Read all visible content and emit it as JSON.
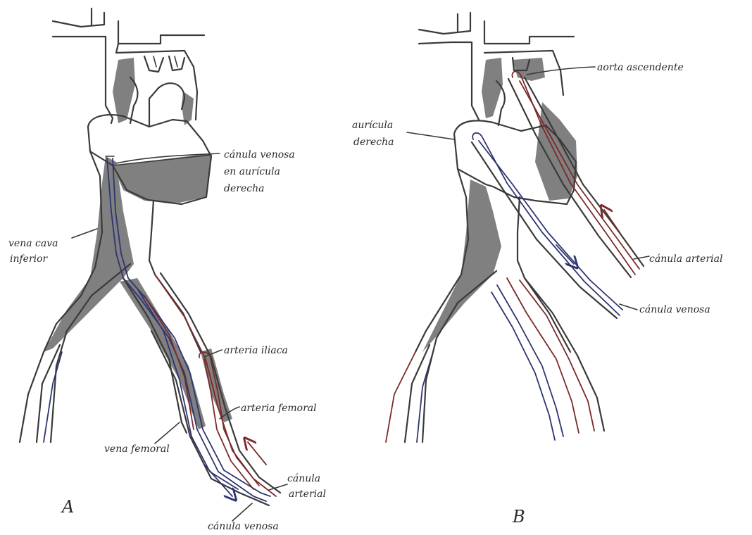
{
  "colors": {
    "ink": "#3a3a3a",
    "shade": "#808080",
    "arterial": "#7a2a2a",
    "venous": "#2e3570",
    "background": "#ffffff"
  },
  "panel_a": {
    "letter": "A",
    "labels": {
      "venous_cannula_ra_1": "cánula venosa",
      "venous_cannula_ra_2": "en aurícula",
      "venous_cannula_ra_3": "derecha",
      "ivc_1": "vena cava",
      "ivc_2": "inferior",
      "iliac_artery": "arteria iliaca",
      "femoral_artery": "arteria femoral",
      "femoral_vein": "vena femoral",
      "arterial_cannula_1": "cánula",
      "arterial_cannula_2": "arterial",
      "venous_cannula": "cánula venosa"
    }
  },
  "panel_b": {
    "letter": "B",
    "labels": {
      "ascending_aorta": "aorta ascendente",
      "right_atrium_1": "aurícula",
      "right_atrium_2": "derecha",
      "arterial_cannula": "cánula arterial",
      "venous_cannula": "cánula venosa"
    }
  }
}
